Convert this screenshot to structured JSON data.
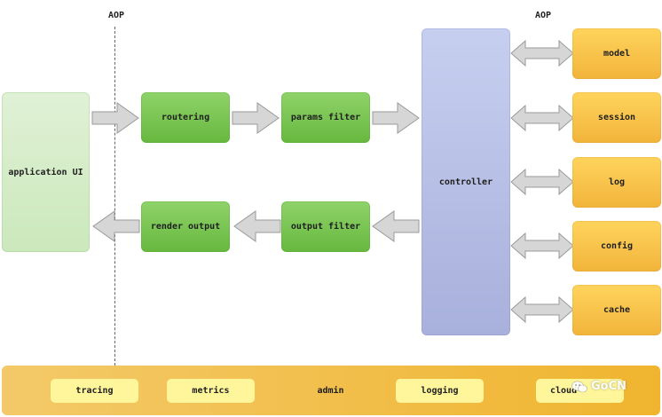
{
  "aop_left": "AOP",
  "aop_right": "AOP",
  "app_ui": "application UI",
  "request_flow": {
    "routering": "routering",
    "params_filter": "params filter"
  },
  "response_flow": {
    "render_output": "render output",
    "output_filter": "output filter"
  },
  "controller": "controller",
  "services": {
    "model": "model",
    "session": "session",
    "log": "log",
    "config": "config",
    "cache": "cache"
  },
  "admin_bar": {
    "tracing": "tracing",
    "metrics": "metrics",
    "admin": "admin",
    "logging": "logging",
    "cloud": "cloud"
  },
  "watermark": "GoCN",
  "colors": {
    "green": "#77c54f",
    "orange": "#f2b43b",
    "controller": "#b4bce4",
    "pill": "#fff59a",
    "arrow": "#d9d9d9"
  }
}
